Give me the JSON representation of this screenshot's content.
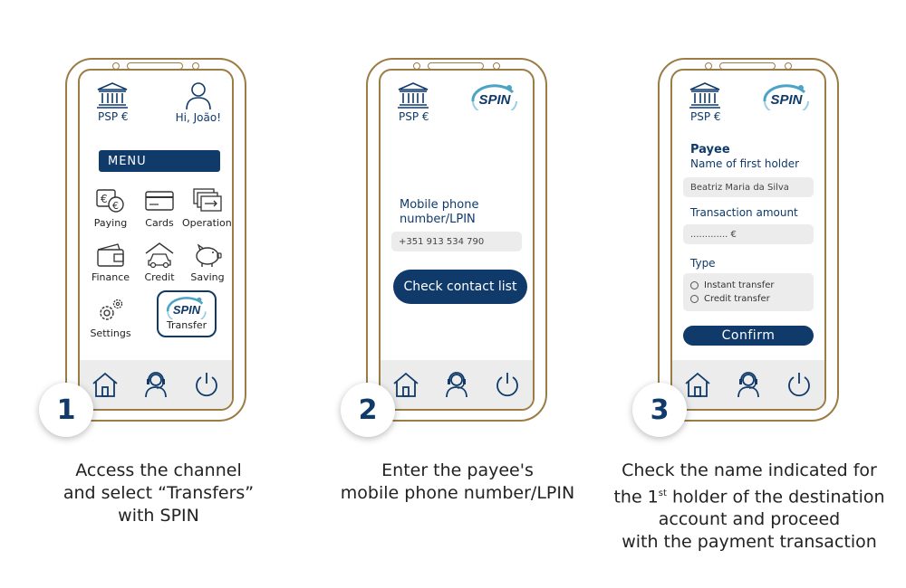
{
  "common": {
    "psp_label": "PSP €",
    "spin_text": "SPIN"
  },
  "phone1": {
    "greeting": "Hi, João!",
    "menu_label": "MENU",
    "items": {
      "paying": "Paying",
      "cards": "Cards",
      "operations": "Operations",
      "finance": "Finance",
      "credit": "Credit",
      "saving": "Saving",
      "settings": "Settings",
      "transfer": "Transfer"
    }
  },
  "phone2": {
    "field_label_line1": "Mobile phone",
    "field_label_line2": "number/LPIN",
    "field_value": "+351 913 534 790",
    "button_label": "Check contact list"
  },
  "phone3": {
    "payee_label": "Payee",
    "holder_label": "Name of first holder",
    "holder_value": "Beatriz Maria da Silva",
    "amount_label": "Transaction amount",
    "amount_value": "............. €",
    "type_label": "Type",
    "option_instant": "Instant transfer",
    "option_credit": "Credit transfer",
    "confirm_label": "Confirm"
  },
  "steps": [
    {
      "number": "1",
      "caption_lines": [
        "Access the channel",
        "and select “Transfers”",
        "with SPIN"
      ]
    },
    {
      "number": "2",
      "caption_lines": [
        "Enter the payee's",
        "mobile phone number/LPIN"
      ]
    },
    {
      "number": "3",
      "caption_line1": "Check the name indicated for",
      "caption_line2_a": "the 1",
      "caption_line2_sup": "st",
      "caption_line2_b": " holder of the destination",
      "caption_line3": "account and proceed",
      "caption_line4": "with the payment transaction"
    }
  ],
  "colors": {
    "brand_navy": "#0f3a6a",
    "phone_gold": "#9b7c45",
    "spin_teal": "#4ba3c7",
    "nav_gray": "#ececec"
  }
}
